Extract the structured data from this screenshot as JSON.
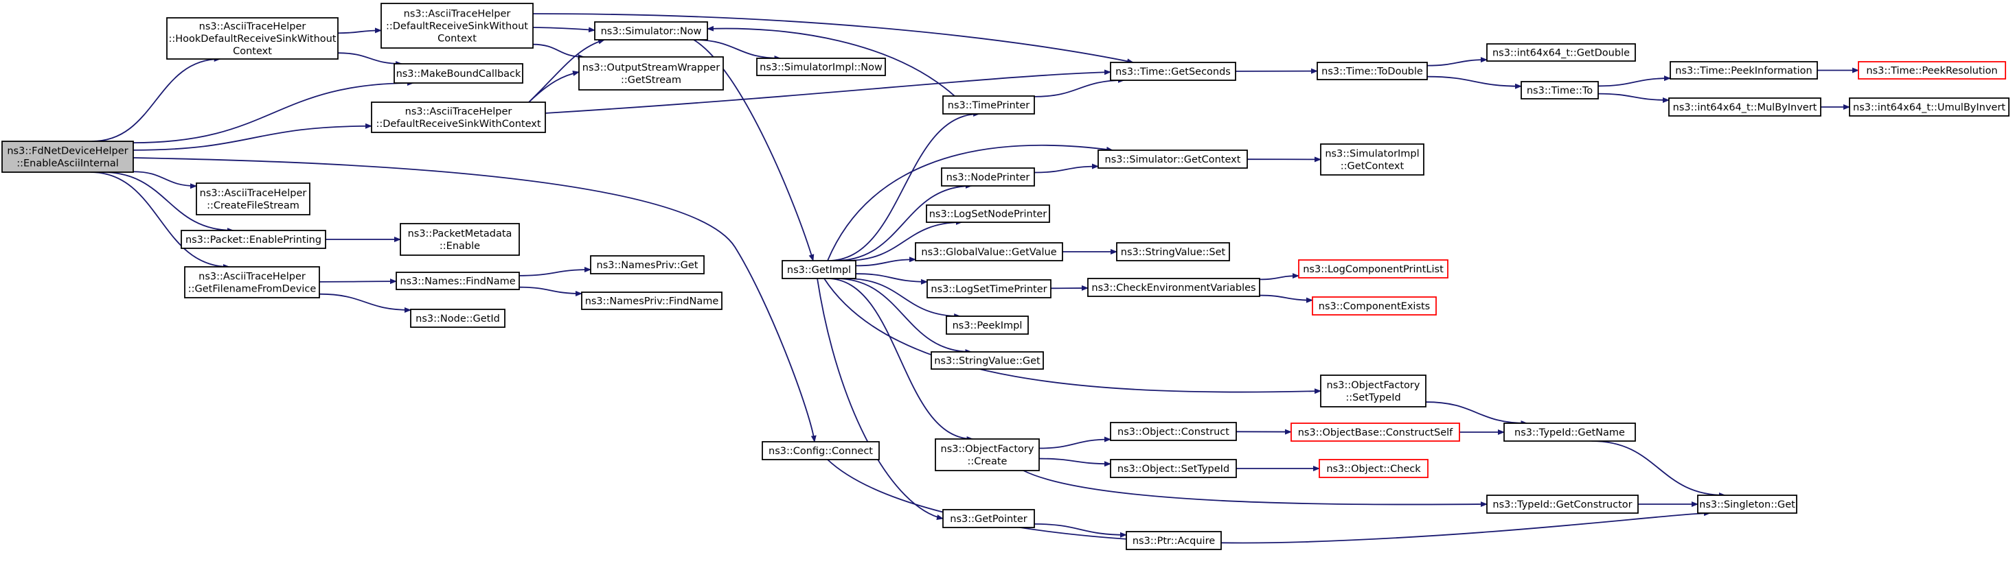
{
  "title": "",
  "colors": {
    "edge": "#191970",
    "root_fill": "#bfbfbf",
    "node_fill": "#ffffff",
    "node_border": "#000000",
    "undocumented_border": "#ff0000"
  },
  "nodes": [
    {
      "id": "n0",
      "lines": [
        "ns3::FdNetDeviceHelper",
        "::EnableAsciiInternal"
      ],
      "root": true
    },
    {
      "id": "n1",
      "lines": [
        "ns3::AsciiTraceHelper",
        "::HookDefaultReceiveSinkWithout",
        "Context"
      ]
    },
    {
      "id": "n2",
      "lines": [
        "ns3::AsciiTraceHelper",
        "::DefaultReceiveSinkWithout",
        "Context"
      ]
    },
    {
      "id": "n3",
      "lines": [
        "ns3::MakeBoundCallback"
      ]
    },
    {
      "id": "n4",
      "lines": [
        "ns3::AsciiTraceHelper",
        "::DefaultReceiveSinkWithContext"
      ]
    },
    {
      "id": "n5",
      "lines": [
        "ns3::Simulator::Now"
      ]
    },
    {
      "id": "n6",
      "lines": [
        "ns3::OutputStreamWrapper",
        "::GetStream"
      ]
    },
    {
      "id": "n7",
      "lines": [
        "ns3::SimulatorImpl::Now"
      ]
    },
    {
      "id": "n8",
      "lines": [
        "ns3::Time::GetSeconds"
      ]
    },
    {
      "id": "n9",
      "lines": [
        "ns3::Time::ToDouble"
      ]
    },
    {
      "id": "n10",
      "lines": [
        "ns3::int64x64_t::GetDouble"
      ]
    },
    {
      "id": "n11",
      "lines": [
        "ns3::Time::To"
      ]
    },
    {
      "id": "n12",
      "lines": [
        "ns3::Time::PeekInformation"
      ]
    },
    {
      "id": "n13",
      "lines": [
        "ns3::Time::PeekResolution"
      ],
      "red": true
    },
    {
      "id": "n14",
      "lines": [
        "ns3::int64x64_t::MulByInvert"
      ]
    },
    {
      "id": "n15",
      "lines": [
        "ns3::int64x64_t::UmulByInvert"
      ]
    },
    {
      "id": "n16",
      "lines": [
        "ns3::AsciiTraceHelper",
        "::CreateFileStream"
      ]
    },
    {
      "id": "n17",
      "lines": [
        "ns3::Packet::EnablePrinting"
      ]
    },
    {
      "id": "n18",
      "lines": [
        "ns3::PacketMetadata",
        "::Enable"
      ]
    },
    {
      "id": "n19",
      "lines": [
        "ns3::AsciiTraceHelper",
        "::GetFilenameFromDevice"
      ]
    },
    {
      "id": "n20",
      "lines": [
        "ns3::Names::FindName"
      ]
    },
    {
      "id": "n21",
      "lines": [
        "ns3::NamesPriv::Get"
      ]
    },
    {
      "id": "n22",
      "lines": [
        "ns3::NamesPriv::FindName"
      ]
    },
    {
      "id": "n23",
      "lines": [
        "ns3::Node::GetId"
      ]
    },
    {
      "id": "n24",
      "lines": [
        "ns3::GetImpl"
      ]
    },
    {
      "id": "n25",
      "lines": [
        "ns3::Config::Connect"
      ]
    },
    {
      "id": "n26",
      "lines": [
        "ns3::TimePrinter"
      ]
    },
    {
      "id": "n27",
      "lines": [
        "ns3::NodePrinter"
      ]
    },
    {
      "id": "n28",
      "lines": [
        "ns3::Simulator::GetContext"
      ]
    },
    {
      "id": "n29",
      "lines": [
        "ns3::SimulatorImpl",
        "::GetContext"
      ]
    },
    {
      "id": "n30",
      "lines": [
        "ns3::LogSetNodePrinter"
      ]
    },
    {
      "id": "n31",
      "lines": [
        "ns3::GlobalValue::GetValue"
      ]
    },
    {
      "id": "n32",
      "lines": [
        "ns3::StringValue::Set"
      ]
    },
    {
      "id": "n33",
      "lines": [
        "ns3::LogSetTimePrinter"
      ]
    },
    {
      "id": "n34",
      "lines": [
        "ns3::CheckEnvironmentVariables"
      ]
    },
    {
      "id": "n35",
      "lines": [
        "ns3::LogComponentPrintList"
      ],
      "red": true
    },
    {
      "id": "n36",
      "lines": [
        "ns3::ComponentExists"
      ],
      "red": true
    },
    {
      "id": "n37",
      "lines": [
        "ns3::PeekImpl"
      ]
    },
    {
      "id": "n38",
      "lines": [
        "ns3::StringValue::Get"
      ]
    },
    {
      "id": "n39",
      "lines": [
        "ns3::ObjectFactory",
        "::SetTypeId"
      ]
    },
    {
      "id": "n40",
      "lines": [
        "ns3::ObjectFactory",
        "::Create"
      ]
    },
    {
      "id": "n41",
      "lines": [
        "ns3::Object::Construct"
      ]
    },
    {
      "id": "n42",
      "lines": [
        "ns3::ObjectBase::ConstructSelf"
      ],
      "red": true
    },
    {
      "id": "n43",
      "lines": [
        "ns3::TypeId::GetName"
      ]
    },
    {
      "id": "n44",
      "lines": [
        "ns3::Object::SetTypeId"
      ]
    },
    {
      "id": "n45",
      "lines": [
        "ns3::Object::Check"
      ],
      "red": true
    },
    {
      "id": "n46",
      "lines": [
        "ns3::TypeId::GetConstructor"
      ]
    },
    {
      "id": "n47",
      "lines": [
        "ns3::Singleton::Get"
      ]
    },
    {
      "id": "n48",
      "lines": [
        "ns3::GetPointer"
      ]
    },
    {
      "id": "n49",
      "lines": [
        "ns3::Ptr::Acquire"
      ]
    }
  ],
  "edges": [
    [
      "n0",
      "n1"
    ],
    [
      "n0",
      "n3"
    ],
    [
      "n0",
      "n4"
    ],
    [
      "n0",
      "n16"
    ],
    [
      "n0",
      "n17"
    ],
    [
      "n0",
      "n19"
    ],
    [
      "n0",
      "n25"
    ],
    [
      "n1",
      "n2"
    ],
    [
      "n1",
      "n3"
    ],
    [
      "n2",
      "n5"
    ],
    [
      "n2",
      "n6"
    ],
    [
      "n2",
      "n8"
    ],
    [
      "n4",
      "n5"
    ],
    [
      "n4",
      "n6"
    ],
    [
      "n4",
      "n8"
    ],
    [
      "n5",
      "n7"
    ],
    [
      "n5",
      "n24"
    ],
    [
      "n8",
      "n9"
    ],
    [
      "n9",
      "n10"
    ],
    [
      "n9",
      "n11"
    ],
    [
      "n11",
      "n12"
    ],
    [
      "n11",
      "n14"
    ],
    [
      "n12",
      "n13"
    ],
    [
      "n14",
      "n15"
    ],
    [
      "n17",
      "n18"
    ],
    [
      "n19",
      "n20"
    ],
    [
      "n19",
      "n23"
    ],
    [
      "n20",
      "n21"
    ],
    [
      "n20",
      "n22"
    ],
    [
      "n24",
      "n26"
    ],
    [
      "n24",
      "n27"
    ],
    [
      "n24",
      "n28"
    ],
    [
      "n24",
      "n30"
    ],
    [
      "n24",
      "n31"
    ],
    [
      "n24",
      "n33"
    ],
    [
      "n24",
      "n37"
    ],
    [
      "n24",
      "n38"
    ],
    [
      "n24",
      "n39"
    ],
    [
      "n24",
      "n40"
    ],
    [
      "n24",
      "n48"
    ],
    [
      "n26",
      "n5"
    ],
    [
      "n26",
      "n8"
    ],
    [
      "n27",
      "n28"
    ],
    [
      "n28",
      "n29"
    ],
    [
      "n31",
      "n32"
    ],
    [
      "n33",
      "n34"
    ],
    [
      "n34",
      "n35"
    ],
    [
      "n34",
      "n36"
    ],
    [
      "n39",
      "n43"
    ],
    [
      "n40",
      "n41"
    ],
    [
      "n40",
      "n44"
    ],
    [
      "n40",
      "n46"
    ],
    [
      "n41",
      "n42"
    ],
    [
      "n42",
      "n43"
    ],
    [
      "n43",
      "n47"
    ],
    [
      "n44",
      "n45"
    ],
    [
      "n46",
      "n47"
    ],
    [
      "n48",
      "n49"
    ],
    [
      "n25",
      "n47"
    ]
  ]
}
